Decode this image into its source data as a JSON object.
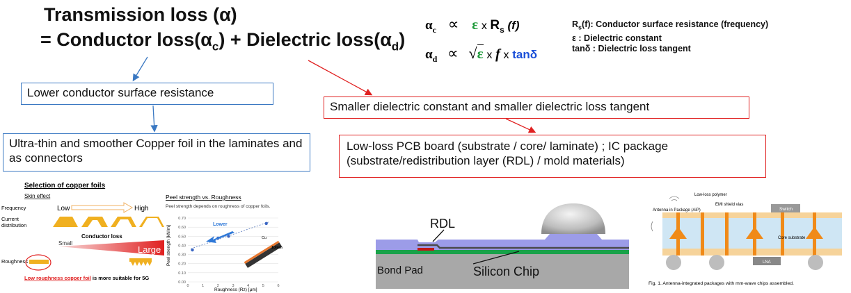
{
  "header": {
    "line1": "Transmission loss (α)",
    "line2_prefix": "= Conductor loss(α",
    "line2_sub_c": "c",
    "line2_mid": ") + Dielectric loss(α",
    "line2_sub_d": "d",
    "line2_end": ")"
  },
  "equations": {
    "ac_alpha": "α",
    "ac_sub": "c",
    "ac_prop": "∝",
    "ac_eps": "ε",
    "ac_x1": "x",
    "ac_R": "R",
    "ac_Rsub": "s",
    "ac_f": "(f)",
    "ad_alpha": "α",
    "ad_sub": "d",
    "ad_prop": "∝",
    "ad_sqrt": "√",
    "ad_eps": "ε",
    "ad_x1": "x",
    "ad_f": "f",
    "ad_x2": "x",
    "ad_tan": "tanδ"
  },
  "legend": {
    "rs_prefix": "R",
    "rs_sub": "s",
    "rs_text": "(f): Conductor surface resistance (frequency)",
    "eps": "ε  : Dielectric constant",
    "tan": "tanδ : Dielectric loss tangent"
  },
  "boxes": {
    "conductor_surface": "Lower conductor surface resistance",
    "copper_foil": "Ultra-thin and smoother Copper foil in the laminates and as connectors",
    "dielectric": "Smaller dielectric constant and smaller dielectric loss tangent",
    "pcb": "Low-loss PCB board (substrate / core/ laminate) ; IC package (substrate/redistribution layer (RDL) / mold materials)"
  },
  "copper_figure": {
    "heading": "Selection of copper foils",
    "skin_effect": "Skin effect",
    "frequency": "Frequency",
    "low": "Low",
    "high": "High",
    "current": "Current",
    "distribution": "distribution",
    "conductor_loss": "Conductor loss",
    "small": "Small",
    "large": "Large",
    "roughness": "Roughness",
    "footer_red": "Low roughness copper foil",
    "footer_rest": " is more suitable for 5G"
  },
  "peel_figure": {
    "title": "Peel strength vs. Roughness",
    "subtitle": "Peel strength depends on roughness of copper foils.",
    "lower": "Lower",
    "cu": "Cu",
    "dim": "10mm",
    "yaxis_label": "Peel strength [kN/m]",
    "xaxis_label": "Roughness (Rz) [μm]",
    "yticks": [
      "0.70",
      "0.60",
      "0.50",
      "0.40",
      "0.30",
      "0.20",
      "0.10",
      "0.00"
    ],
    "xticks": [
      "0",
      "1",
      "2",
      "3",
      "4",
      "5",
      "6"
    ]
  },
  "chart_data": {
    "type": "scatter",
    "title": "Peel strength vs. Roughness",
    "xlabel": "Roughness (Rz) [μm]",
    "ylabel": "Peel strength [kN/m]",
    "xlim": [
      0,
      6
    ],
    "ylim": [
      0,
      0.7
    ],
    "x": [
      0.3,
      1.5,
      2.0,
      2.7,
      5.2
    ],
    "y": [
      0.35,
      0.45,
      0.48,
      0.5,
      0.64
    ]
  },
  "rdl_figure": {
    "rdl": "RDL",
    "bond_pad": "Bond Pad",
    "silicon_chip": "Silicon Chip"
  },
  "aip_figure": {
    "low_loss_polymer": "Low-loss polymer",
    "emi": "EMI shield vias",
    "aip": "Antenna in Package (AiP)",
    "switch": "Switch",
    "core": "Core substrate",
    "lna": "LNA",
    "caption": "Fig. 1.   Antenna-integrated packages with mm-wave chips assembled."
  },
  "colors": {
    "blue_arrow": "#3a78c2",
    "red_arrow": "#e02020",
    "eps_green": "#1e9a3a",
    "tan_blue": "#1a4fd8"
  }
}
